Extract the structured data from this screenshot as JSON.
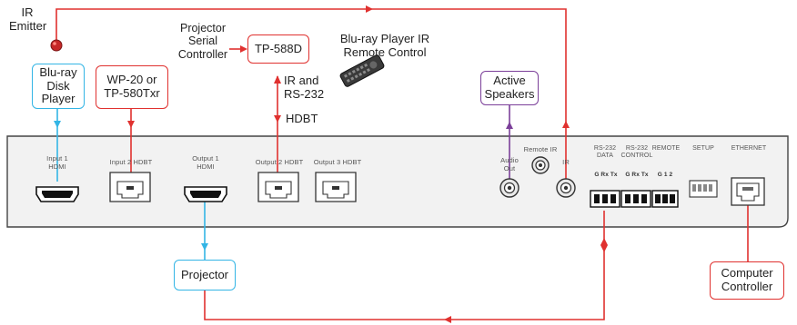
{
  "labels": {
    "ir_emitter": [
      "IR",
      "Emitter"
    ],
    "projector_serial_controller": [
      "Projector",
      "Serial",
      "Controller"
    ],
    "tp588d": "TP-588D",
    "bluray_ir_remote": [
      "Blu-ray Player IR",
      "Remote Control"
    ],
    "ir_rs232": [
      "IR and",
      "RS-232"
    ],
    "hdbt": "HDBT"
  },
  "boxes": {
    "bluray": [
      "Blu-ray",
      "Disk",
      "Player"
    ],
    "wp20": [
      "WP-20 or",
      "TP-580Txr"
    ],
    "active_speakers": [
      "Active",
      "Speakers"
    ],
    "projector": "Projector",
    "computer_controller": [
      "Computer",
      "Controller"
    ]
  },
  "panel": {
    "input1": [
      "Input 1",
      "HDMI"
    ],
    "input2": "Input 2 HDBT",
    "output1": [
      "Output 1",
      "HDMI"
    ],
    "output2": "Output 2 HDBT",
    "output3": "Output 3 HDBT",
    "audio_out": [
      "Audio",
      "Out"
    ],
    "remote_ir_header": "Remote IR",
    "ir": "IR",
    "rs232_data": [
      "RS-232",
      "DATA"
    ],
    "rs232_control": [
      "RS-232",
      "CONTROL"
    ],
    "remote": "REMOTE",
    "setup": "SETUP",
    "ethernet": "ETHERNET",
    "g_rx_tx_1": "G Rx Tx",
    "g_rx_tx_2": "G Rx Tx",
    "g_1_2": "G  1  2"
  },
  "colors": {
    "red": "#e0312f",
    "cyan": "#33b5e5",
    "purple": "#7b3f99",
    "panel_fill": "#f2f2f2",
    "panel_stroke": "#444444"
  }
}
